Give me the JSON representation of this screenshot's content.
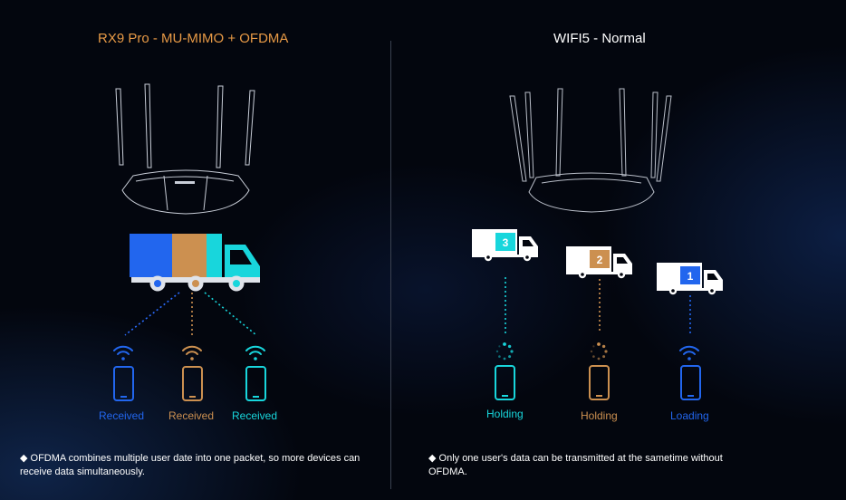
{
  "colors": {
    "blue": "#2266ee",
    "orange": "#cc9050",
    "cyan": "#18d6dc",
    "title_orange": "#e89a46"
  },
  "left": {
    "title": "RX9 Pro - MU-MIMO + OFDMA",
    "devices": [
      {
        "status": "Received",
        "color": "#2266ee",
        "icon": "wifi-icon"
      },
      {
        "status": "Received",
        "color": "#cc9050",
        "icon": "wifi-icon"
      },
      {
        "status": "Received",
        "color": "#18d6dc",
        "icon": "wifi-icon"
      }
    ],
    "note": "OFDMA combines multiple user date into one packet, so more devices can receive data simultaneously."
  },
  "right": {
    "title": "WIFI5 - Normal",
    "trucks": [
      {
        "number": "3",
        "color": "#18d6dc"
      },
      {
        "number": "2",
        "color": "#cc9050"
      },
      {
        "number": "1",
        "color": "#2266ee"
      }
    ],
    "devices": [
      {
        "status": "Holding",
        "color": "#18d6dc",
        "icon": "spinner-icon"
      },
      {
        "status": "Holding",
        "color": "#cc9050",
        "icon": "spinner-icon"
      },
      {
        "status": "Loading",
        "color": "#2266ee",
        "icon": "wifi-icon"
      }
    ],
    "note": "Only one user's data can be transmitted at the sametime without OFDMA."
  }
}
